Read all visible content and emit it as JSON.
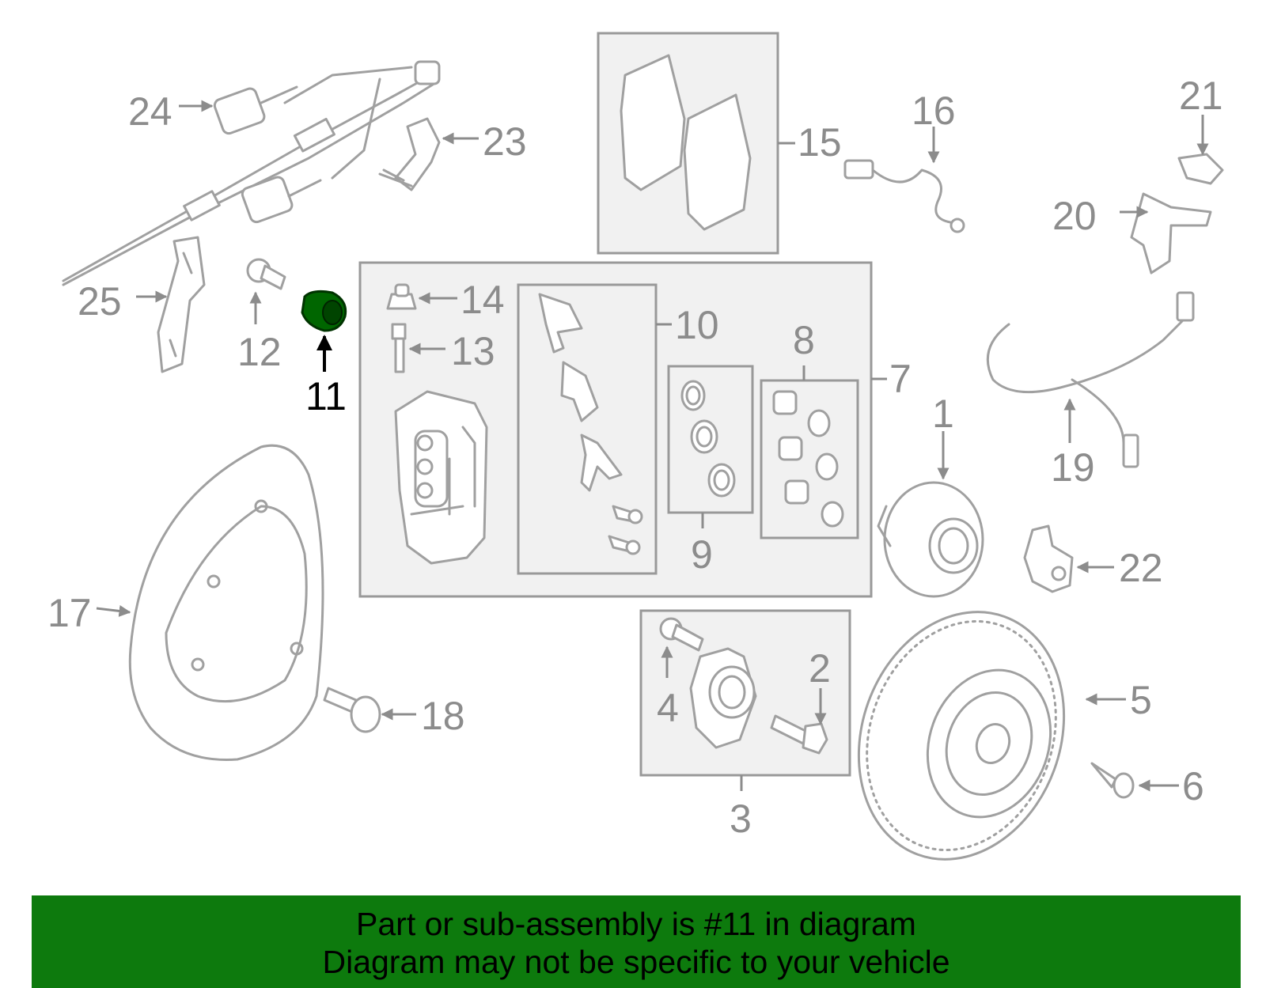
{
  "diagram": {
    "highlighted_part": "11",
    "highlight_color": "#006600",
    "callouts": {
      "c1": "1",
      "c2": "2",
      "c3": "3",
      "c4": "4",
      "c5": "5",
      "c6": "6",
      "c7": "7",
      "c8": "8",
      "c9": "9",
      "c10": "10",
      "c11": "11",
      "c12": "12",
      "c13": "13",
      "c14": "14",
      "c15": "15",
      "c16": "16",
      "c17": "17",
      "c18": "18",
      "c19": "19",
      "c20": "20",
      "c21": "21",
      "c22": "22",
      "c23": "23",
      "c24": "24",
      "c25": "25"
    }
  },
  "banner": {
    "line1": "Part or sub-assembly is #11 in diagram",
    "line2": "Diagram may not be specific to your vehicle",
    "background": "#0d7a0d"
  }
}
